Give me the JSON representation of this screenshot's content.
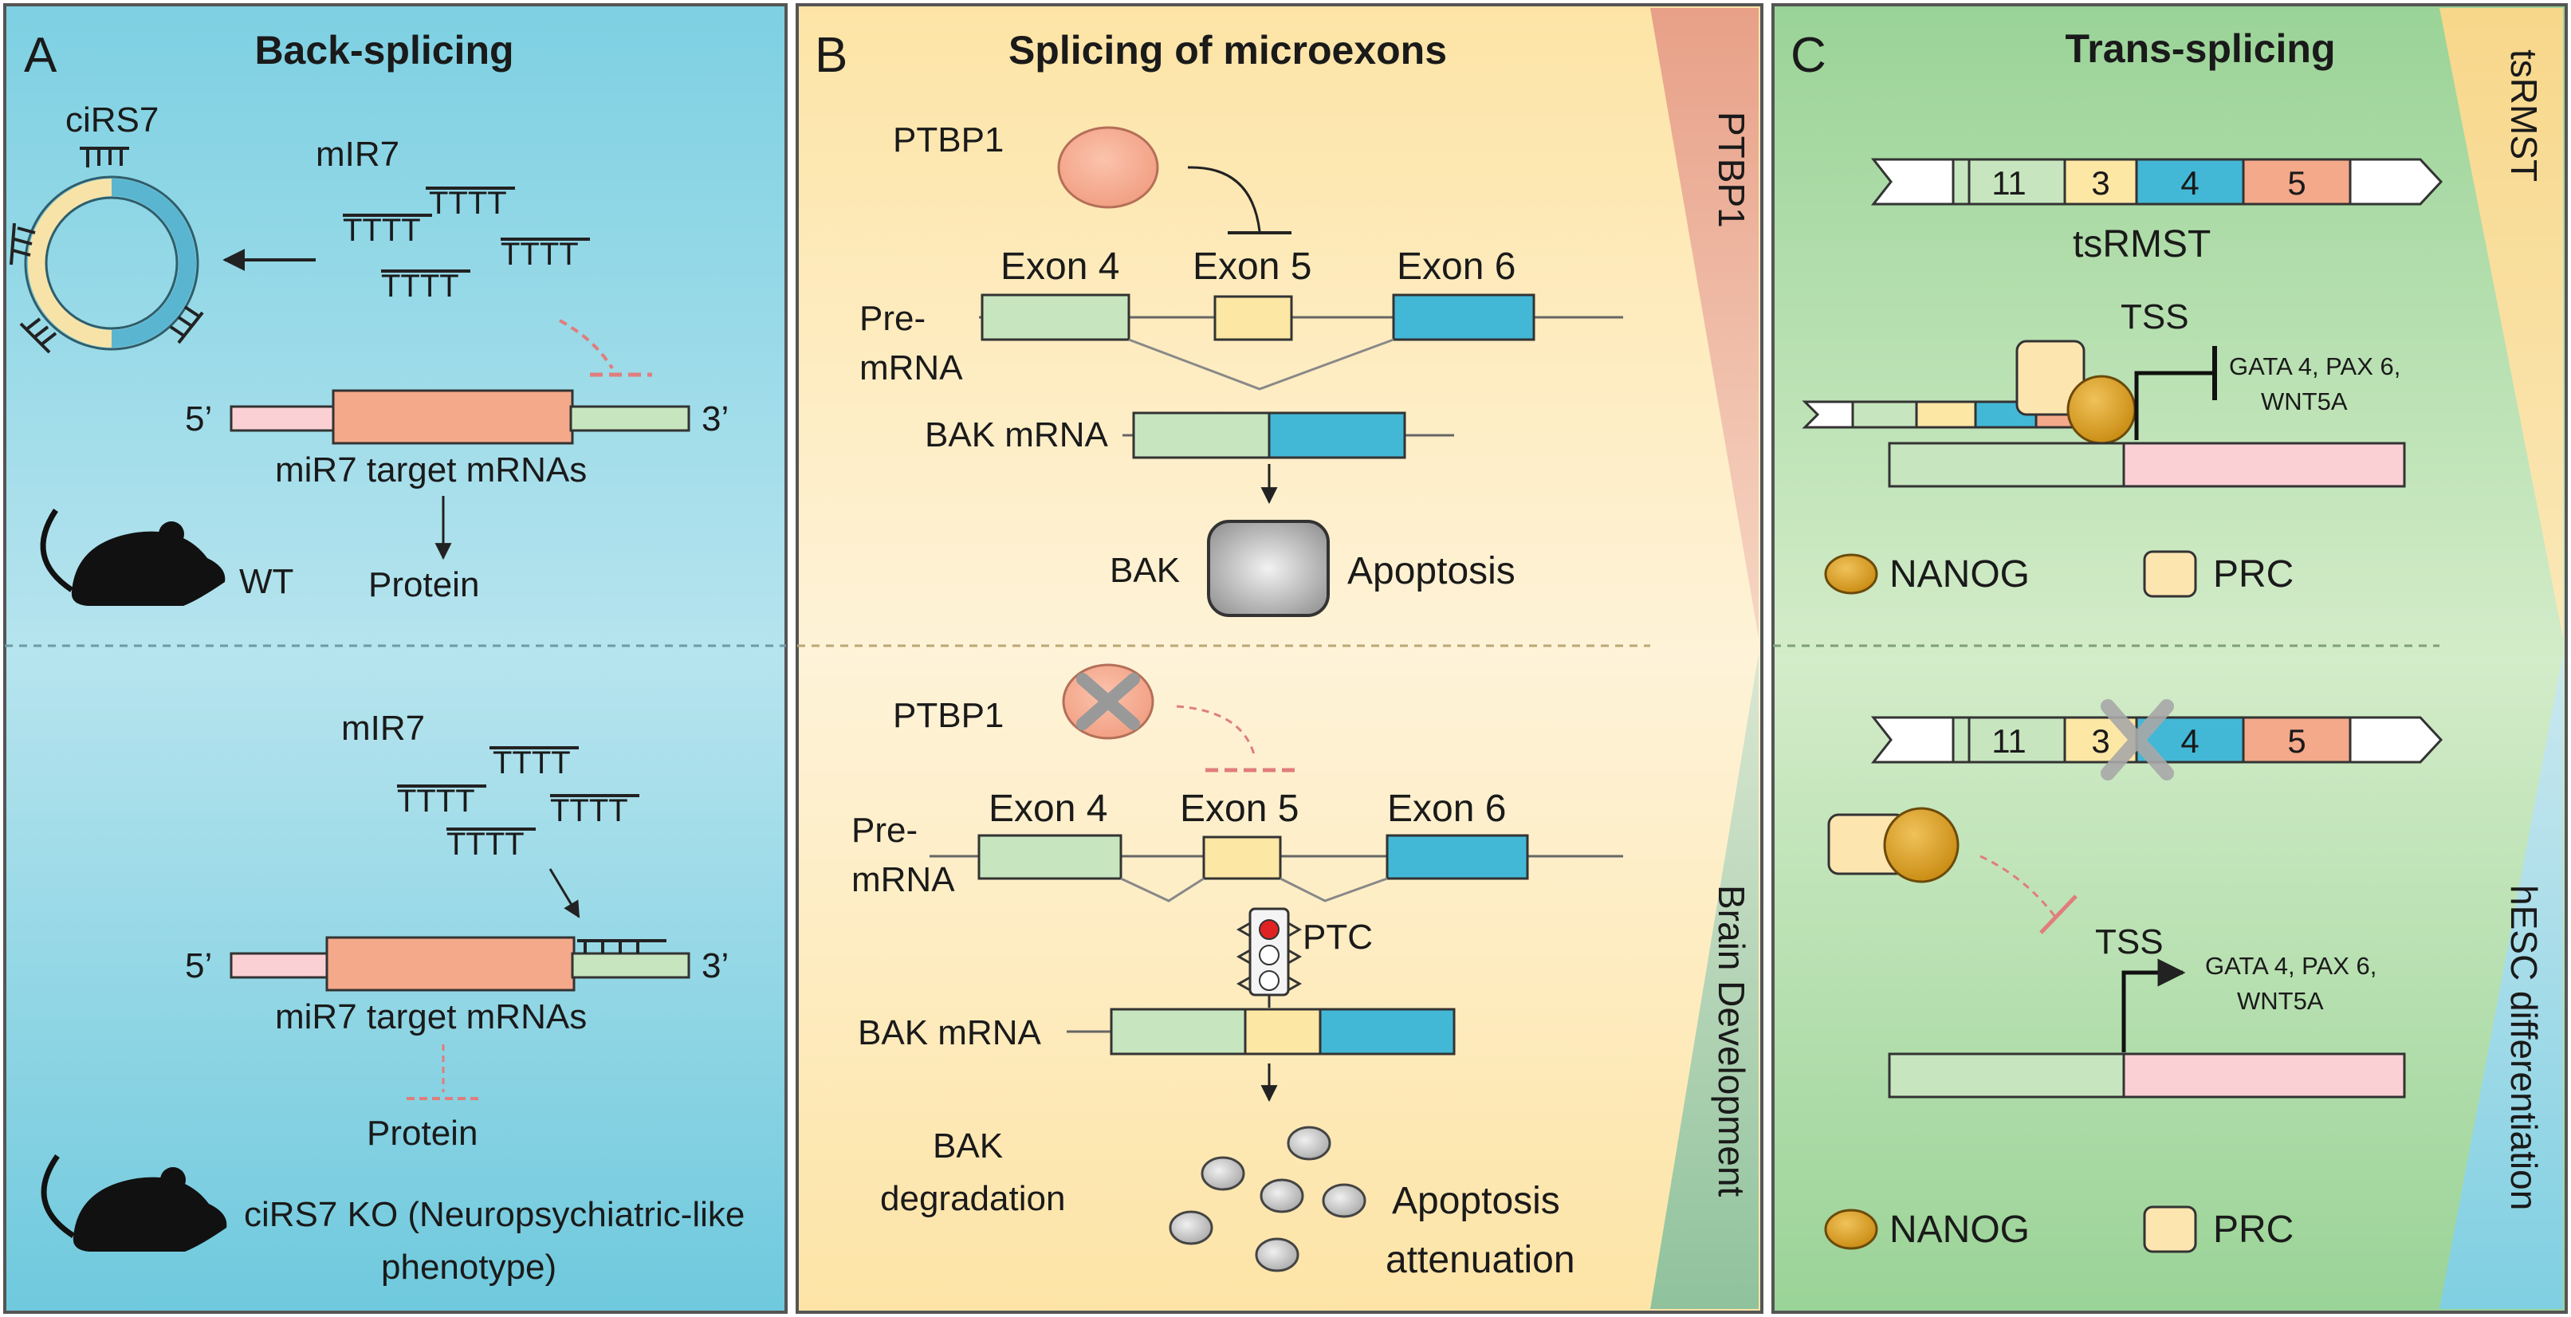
{
  "panel_a": {
    "letter": "A",
    "title": "Back-splicing",
    "circ_label": "ciRS7",
    "mir_label_top": "mIR7",
    "five_prime": "5’",
    "three_prime": "3’",
    "target_label": "miR7 target mRNAs",
    "wt_label": "WT",
    "protein_label": "Protein",
    "mir_label_bottom": "mIR7",
    "five_prime_b": "5’",
    "three_prime_b": "3’",
    "target_label_b": "miR7 target mRNAs",
    "protein_label_b": "Protein",
    "ko_line1": "ciRS7 KO (Neuropsychiatric-like",
    "ko_line2": "phenotype)",
    "tttt": "TTTT"
  },
  "panel_b": {
    "letter": "B",
    "title": "Splicing of microexons",
    "side_top": "PTBP1",
    "side_bottom": "Brain Development",
    "ptbp1_top": "PTBP1",
    "exon4": "Exon 4",
    "exon5": "Exon 5",
    "exon6": "Exon 6",
    "pre_line1": "Pre-",
    "pre_line2": "mRNA",
    "bak_mrna": "BAK mRNA",
    "bak": "BAK",
    "apoptosis": "Apoptosis",
    "ptbp1_bottom": "PTBP1",
    "exon4_b": "Exon 4",
    "exon5_b": "Exon 5",
    "exon6_b": "Exon 6",
    "pre_line1_b": "Pre-",
    "pre_line2_b": "mRNA",
    "ptc": "PTC",
    "bak_mrna_b": "BAK mRNA",
    "bak_deg_line1": "BAK",
    "bak_deg_line2": "degradation",
    "att_line1": "Apoptosis",
    "att_line2": "attenuation"
  },
  "panel_c": {
    "letter": "C",
    "title": "Trans-splicing",
    "side_top": "tsRMST",
    "side_bottom": "hESC differentiation",
    "seg_top": [
      "11",
      "3",
      "4",
      "5"
    ],
    "tsrmst_label": "tsRMST",
    "tss_top": "TSS",
    "genes_top_1": "GATA 4, PAX 6,",
    "genes_top_2": "WNT5A",
    "nanog_top": "NANOG",
    "prc_top": "PRC",
    "seg_bottom": [
      "11",
      "3",
      "4",
      "5"
    ],
    "tss_bottom": "TSS",
    "genes_bottom_1": "GATA 4, PAX 6,",
    "genes_bottom_2": "WNT5A",
    "nanog_bottom": "NANOG",
    "prc_bottom": "PRC"
  },
  "colors": {
    "panel_a_bg": "#8dd6e4",
    "panel_b_bg": "#fde9b8",
    "panel_c_bg": "#a8d9a0",
    "exon_green": "#bfe3bd",
    "exon_yellow": "#fde7a5",
    "exon_blue": "#43b8d6",
    "exon_salmon": "#f4a98a",
    "inhibit_red": "#e07d7d",
    "nanog": "#d9a22a",
    "prc": "#fde5b0"
  }
}
